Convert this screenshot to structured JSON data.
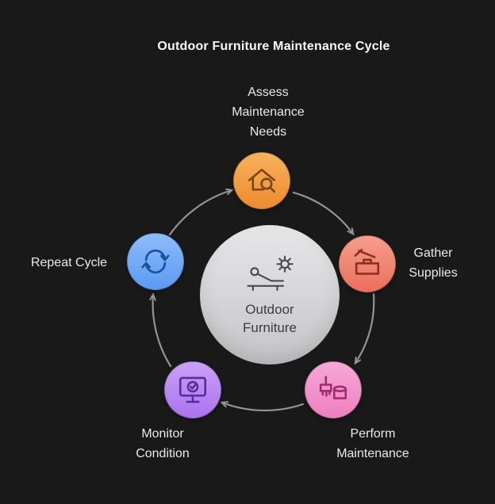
{
  "title": "Outdoor Furniture Maintenance Cycle",
  "background_color": "#191919",
  "arrow_color": "#949494",
  "center": {
    "label": "Outdoor\nFurniture",
    "icon": "lounge-chair-sun-icon",
    "colors": {
      "light": "#e7e7e9",
      "dark": "#c5c5c8"
    },
    "text_color": "#3d3d3d"
  },
  "nodes": [
    {
      "id": "assess",
      "label": "Assess\nMaintenance\nNeeds",
      "icon": "house-magnifier-icon",
      "colors": {
        "light": "#f7b25c",
        "dark": "#ee8b2f"
      },
      "icon_color": "#7c4716"
    },
    {
      "id": "gather",
      "label": "Gather\nSupplies",
      "icon": "tools-toolbox-icon",
      "colors": {
        "light": "#f79d8c",
        "dark": "#eb6f5c"
      },
      "icon_color": "#8e2f23"
    },
    {
      "id": "perform",
      "label": "Perform\nMaintenance",
      "icon": "paint-brush-bucket-icon",
      "colors": {
        "light": "#f6a8d6",
        "dark": "#ef7fc0"
      },
      "icon_color": "#a12d74"
    },
    {
      "id": "monitor",
      "label": "Monitor\nCondition",
      "icon": "monitor-check-icon",
      "colors": {
        "light": "#c9a2f6",
        "dark": "#aa73f0"
      },
      "icon_color": "#5b2ba0"
    },
    {
      "id": "repeat",
      "label": "Repeat Cycle",
      "icon": "refresh-arrows-icon",
      "colors": {
        "light": "#8dbcf9",
        "dark": "#5c9af3"
      },
      "icon_color": "#1d4e9e"
    }
  ]
}
